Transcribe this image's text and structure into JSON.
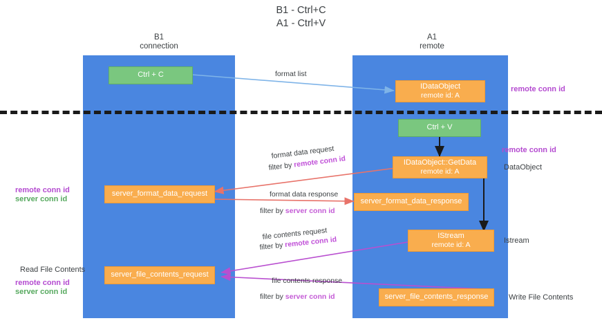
{
  "title": {
    "line1": "B1 - Ctrl+C",
    "line2": "A1 - Ctrl+V"
  },
  "lanes": [
    {
      "name": "B1",
      "role": "connection"
    },
    {
      "name": "A1",
      "role": "remote"
    }
  ],
  "nodes": {
    "ctrl_c": {
      "label": "Ctrl + C"
    },
    "ctrl_v": {
      "label": "Ctrl + V"
    },
    "idataobject": {
      "line1": "IDataObject",
      "line2": "remote id: A"
    },
    "idataobject_getdata": {
      "line1": "IDataObject::GetData",
      "line2": "remote id: A"
    },
    "istream": {
      "line1": "IStream",
      "line2": "remote id: A"
    },
    "server_format_data_request": {
      "label": "server_format_data_request"
    },
    "server_format_data_response": {
      "label": "server_format_data_response"
    },
    "server_file_contents_request": {
      "label": "server_file_contents_request"
    },
    "server_file_contents_response": {
      "label": "server_file_contents_response"
    }
  },
  "arrow_labels": {
    "format_list": "format list",
    "format_data_request": "format data request",
    "format_data_request_filter_prefix": "filter by ",
    "format_data_request_filter_key": "remote conn id",
    "format_data_response": "format data response",
    "format_data_response_filter_prefix": "filter by ",
    "format_data_response_filter_key": "server conn id",
    "file_contents_request": "file contents request",
    "file_contents_request_filter_prefix": "filter by ",
    "file_contents_request_filter_key": "remote conn id",
    "file_contents_response": "file contents response",
    "file_contents_response_filter_prefix": "filter by ",
    "file_contents_response_filter_key": "server conn id"
  },
  "margin_labels": {
    "right_remote_conn_id_top": "remote conn id",
    "right_remote_conn_id_mid": "remote conn id",
    "right_dataobject": "DataObject",
    "right_istream": "Istream",
    "right_write_file_contents": "Write File Contents",
    "left_remote_conn_id": "remote conn id",
    "left_server_conn_id": "server conn id",
    "left_read_file_contents": "Read File Contents",
    "left_remote_conn_id_2": "remote conn id",
    "left_server_conn_id_2": "server conn id"
  },
  "colors": {
    "lane": "#4a86e0",
    "green_node": "#7ac77f",
    "orange_node": "#f9ad4e",
    "divider": "#1a1a1a",
    "arrow_blue": "#7fb4e8",
    "arrow_black": "#1a1a1a",
    "arrow_red": "#e8736a",
    "arrow_purple": "#b94fd0",
    "text_purple": "#b44bd0",
    "text_green": "#57a95f"
  }
}
